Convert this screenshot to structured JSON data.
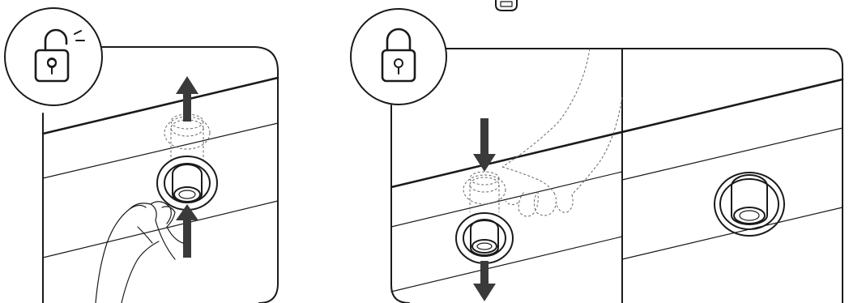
{
  "illustration": {
    "panels": [
      {
        "id": "unlock",
        "icon": "unlocked-padlock-icon",
        "action": "push-up"
      },
      {
        "id": "lock",
        "icon": "locked-padlock-icon",
        "action": "push-down"
      },
      {
        "id": "locked-result"
      }
    ],
    "colors": {
      "line": "#1a1a1a",
      "arrow": "#3a3a3a",
      "ghost": "#666666",
      "background": "#ffffff"
    }
  }
}
